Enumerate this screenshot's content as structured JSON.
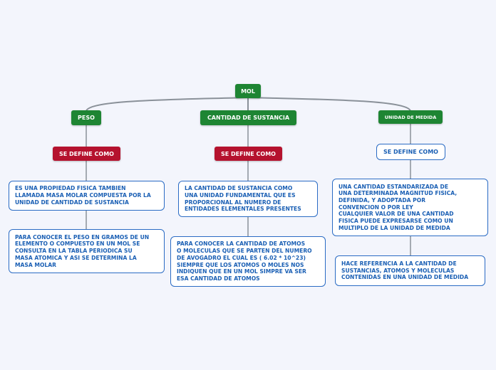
{
  "root": {
    "label": "MOL"
  },
  "branches": [
    {
      "label": "PESO",
      "link": "SE DEFINE COMO",
      "notes": [
        "ES UNA PROPIEDAD FISICA TAMBIEN\nLLAMADA MASA MOLAR COMPUESTA POR LA\nUNIDAD DE CANTIDAD DE SUSTANCIA",
        "PARA CONOCER EL PESO EN GRAMOS DE UN\nELEMENTO O COMPUESTO EN UN MOL SE\nCONSULTA EN LA TABLA PERIODICA SU\nMASA ATOMICA Y ASI SE DETERMINA LA\nMASA MOLAR"
      ]
    },
    {
      "label": "CANTIDAD DE SUSTANCIA",
      "link": "SE DEFINE COMO",
      "notes": [
        "LA CANTIDAD DE SUSTANCIA COMO\nUNA UNIDAD FUNDAMENTAL QUE ES\nPROPORCIONAL AL NUMERO DE\nENTIDADES ELEMENTALES PRESENTES",
        "PARA CONOCER LA CANTIDAD DE ATOMOS\nO MOLECULAS QUE SE PARTEN DEL NUMERO\nDE AVOGADRO EL CUAL ES ( 6.02 * 10^23)\nSIEMPRE QUE LOS ATOMOS O MOLES NOS\nINDIQUEN QUE EN UN MOL SIMPRE VA SER\nESA CANTIDAD DE ATOMOS"
      ]
    },
    {
      "label": "UNIDAD DE MEDIDA",
      "link": "SE DEFINE COMO",
      "notes": [
        "UNA CANTIDAD ESTANDARIZADA DE\nUNA DETERMINADA MAGNITUD FISICA,\nDEFINIDA, Y ADOPTADA POR\nCONVENCION O POR LEY\nCUALQUIER VALOR DE UNA CANTIDAD\nFISICA PUEDE EXPRESARSE COMO UN\nMULTIPLO DE LA UNIDAD DE MEDIDA",
        "HACE REFERENCIA A LA CANTIDAD DE\nSUSTANCIAS, ATOMOS Y MOLECULAS\nCONTENIDAS EN UNA UNIDAD DE MEDIDA"
      ]
    }
  ],
  "colors": {
    "background": "#f3f5fc",
    "topic": "#1e8533",
    "link": "#b5122e",
    "note_border": "#2a6bc4",
    "note_text": "#1a5fb4",
    "connector": "#8a9199"
  }
}
